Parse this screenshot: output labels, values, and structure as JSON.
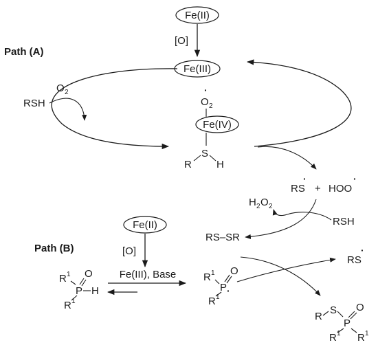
{
  "scheme": {
    "path_a": {
      "label": "Path (A)",
      "fe2": "Fe(II)",
      "oxidant": "[O]",
      "fe3": "Fe(III)",
      "rsh": "RSH",
      "o2_base": "O",
      "o2_sub": "2",
      "superoxo_base": "O",
      "superoxo_sub": "2",
      "radical_dot": "·",
      "fe4": "Fe(IV)",
      "s": "S",
      "r": "R",
      "h": "H",
      "products": {
        "rs_radical": "RS",
        "plus": "+",
        "hoo_radical": "HOO"
      },
      "h2o2": {
        "h": "H",
        "h_sub": "2",
        "o": "O",
        "o_sub": "2"
      },
      "rsh2": "RSH",
      "disulfide": "RS–SR"
    },
    "path_b": {
      "label": "Path (B)",
      "fe2": "Fe(II)",
      "oxidant": "[O]",
      "conditions": "Fe(III), Base",
      "phosphine_oxide": {
        "r": "R",
        "sup": "1",
        "p": "P",
        "o": "O",
        "h": "H"
      },
      "phosphinoyl_radical": {
        "r": "R",
        "sup": "1",
        "p": "P",
        "o": "O"
      },
      "rs_radical_out": "RS",
      "product": {
        "r": "R",
        "s": "S",
        "p": "P",
        "o": "O",
        "r1": "R",
        "sup": "1"
      }
    }
  }
}
